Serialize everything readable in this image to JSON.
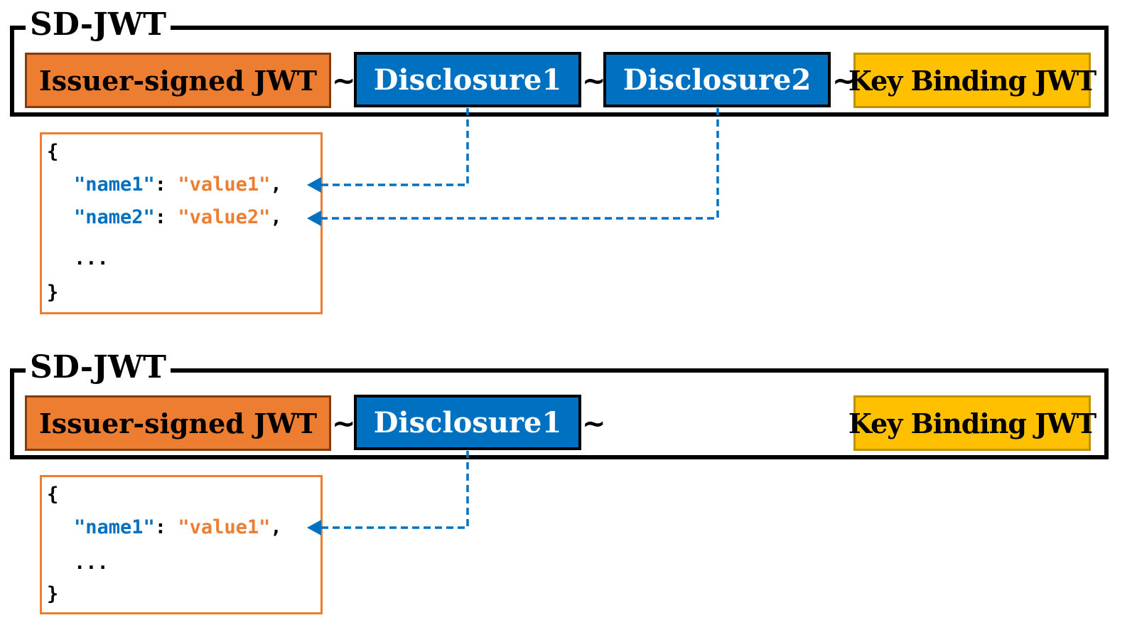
{
  "diagrams": [
    {
      "title": "SD-JWT",
      "issuer_label": "Issuer-signed JWT",
      "separator": "~",
      "disclosures": [
        "Disclosure1",
        "Disclosure2"
      ],
      "key_binding_label": "Key Binding JWT",
      "json": {
        "open": "{",
        "rows": [
          {
            "key": "\"name1\"",
            "colon": ": ",
            "value": "\"value1\"",
            "comma": ","
          },
          {
            "key": "\"name2\"",
            "colon": ": ",
            "value": "\"value2\"",
            "comma": ","
          }
        ],
        "ellipsis": "...",
        "close": "}"
      }
    },
    {
      "title": "SD-JWT",
      "issuer_label": "Issuer-signed JWT",
      "separator": "~",
      "disclosures": [
        "Disclosure1"
      ],
      "key_binding_label": "Key Binding JWT",
      "json": {
        "open": "{",
        "rows": [
          {
            "key": "\"name1\"",
            "colon": ": ",
            "value": "\"value1\"",
            "comma": ","
          }
        ],
        "ellipsis": "...",
        "close": "}"
      }
    }
  ],
  "colors": {
    "issuer": "#ed7d31",
    "disclosure": "#0070c0",
    "key_binding": "#ffc000",
    "arrow": "#0070c0",
    "json_key": "#0070c0",
    "json_value": "#ed7d31"
  }
}
